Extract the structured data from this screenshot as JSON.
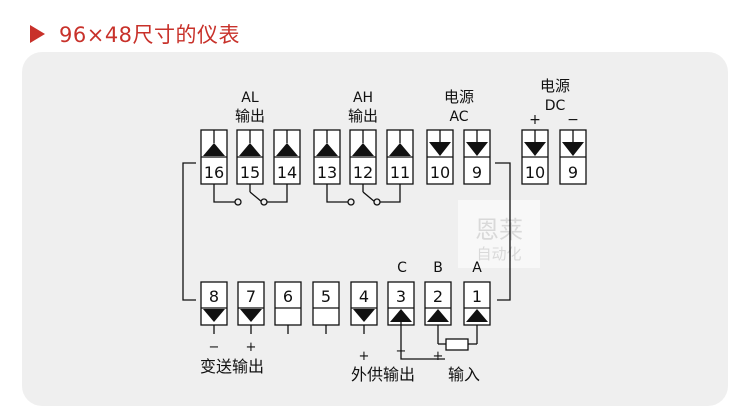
{
  "header": {
    "title": "96×48尺寸的仪表",
    "accent_color": "#c8312a",
    "marker_icon": "triangle-right-icon"
  },
  "panel_bg": "#efefef",
  "watermark": {
    "line1": "恩莱",
    "line2": "自动化"
  },
  "groups": {
    "al": {
      "line1": "AL",
      "line2": "输出"
    },
    "ah": {
      "line1": "AH",
      "line2": "输出"
    },
    "ac": {
      "line1": "电源",
      "line2": "AC"
    },
    "dc": {
      "line1": "电源",
      "line2": "DC",
      "plus": "+",
      "minus": "−"
    }
  },
  "top_terminals": [
    "16",
    "15",
    "14",
    "13",
    "12",
    "11",
    "10",
    "9"
  ],
  "dc_terminals": [
    "10",
    "9"
  ],
  "bottom_terminals": [
    "8",
    "7",
    "6",
    "5",
    "4",
    "3",
    "2",
    "1"
  ],
  "input_letters": {
    "c": "C",
    "b": "B",
    "a": "A"
  },
  "bottom_labels": {
    "t8_sign": "−",
    "t7_sign": "+",
    "t4_sign": "+",
    "t3_sign": "−",
    "t2_sign": "+",
    "transmit": "变送输出",
    "aux_power": "外供输出",
    "input": "输入"
  }
}
